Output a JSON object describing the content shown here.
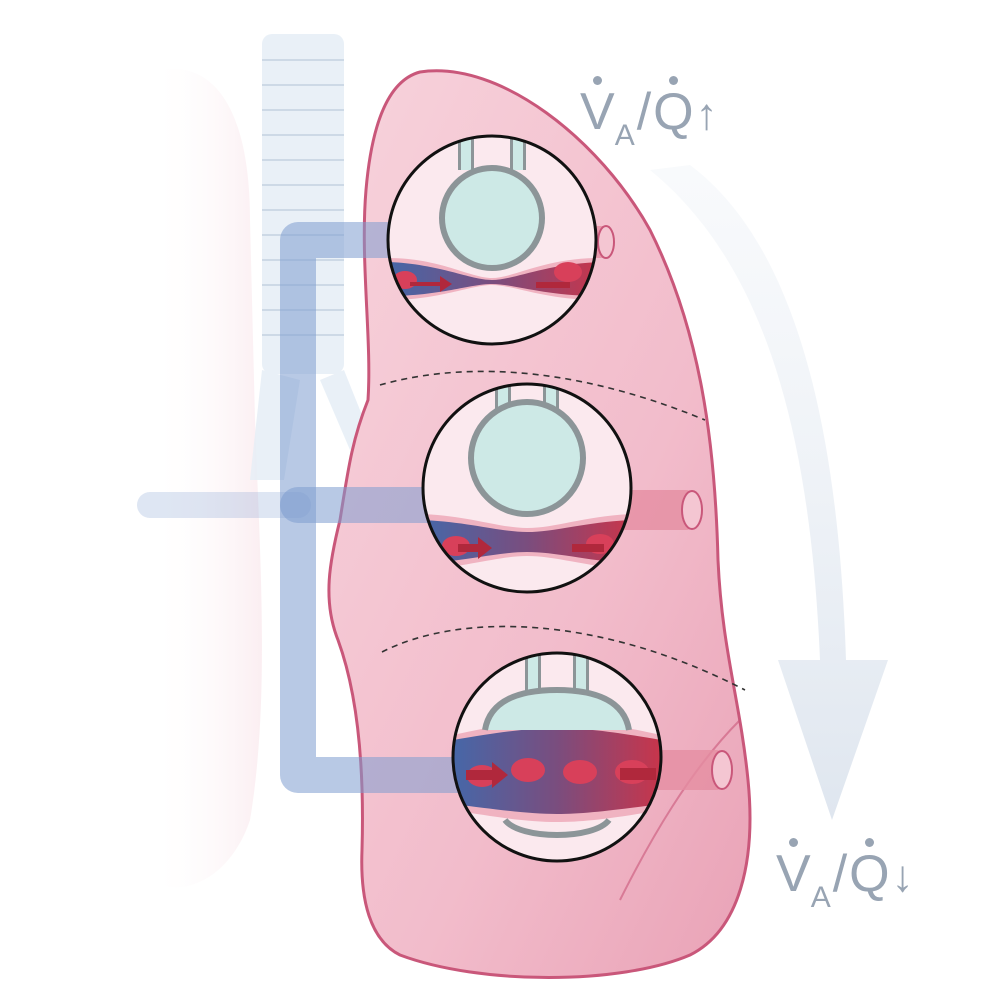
{
  "labels": {
    "top": {
      "v": "V",
      "sub": "A",
      "slash": "/",
      "q": "Q",
      "arrow": "↑"
    },
    "bottom": {
      "v": "V",
      "sub": "A",
      "slash": "/",
      "q": "Q",
      "arrow": "↓"
    }
  },
  "colors": {
    "lung_fill": "#f4c6d2",
    "lung_edge": "#c9577a",
    "airway": "#7d9ccf",
    "trachea": "#dfe9f3",
    "alveolus": "#cde9e6",
    "vessel_red": "#c8354b",
    "vessel_blue": "#4667a8",
    "gradient_arrow": "#e6ecf3",
    "label_text": "#98a4b3"
  },
  "icons": [
    "lung-outline",
    "trachea",
    "airway-tubes",
    "alveolus-zoom-circle",
    "red-blood-cell",
    "flow-arrow",
    "gradient-arrow"
  ]
}
